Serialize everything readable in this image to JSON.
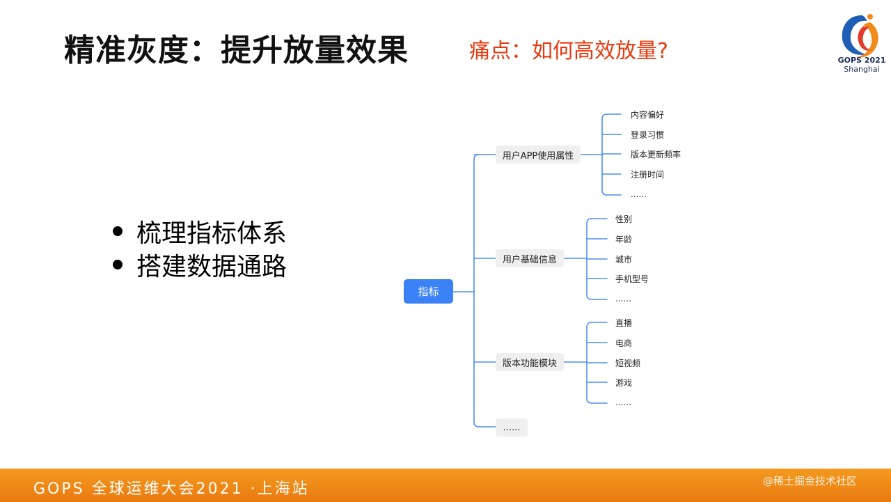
{
  "slide": {
    "title": "精准灰度：提升放量效果",
    "subtitle": "痛点：如何高效放量?",
    "bullets": [
      "梳理指标体系",
      "搭建数据通路"
    ]
  },
  "logo": {
    "year": "GOPS 2021",
    "city": "Shanghai"
  },
  "mindmap": {
    "root": "指标",
    "branches": [
      {
        "label": "用户APP使用属性",
        "children": [
          "内容偏好",
          "登录习惯",
          "版本更新频率",
          "注册时间",
          "......"
        ]
      },
      {
        "label": "用户基础信息",
        "children": [
          "性别",
          "年龄",
          "城市",
          "手机型号",
          "......"
        ]
      },
      {
        "label": "版本功能模块",
        "children": [
          "直播",
          "电商",
          "短视频",
          "游戏",
          "......"
        ]
      },
      {
        "label": "......",
        "children": []
      }
    ]
  },
  "footer": {
    "text": "GOPS 全球运维大会2021 ·上海站",
    "watermark": "@稀土掘金技术社区"
  },
  "colors": {
    "accent": "#3b82f6",
    "alert": "#e8380d",
    "footer": "#f08a1a"
  }
}
